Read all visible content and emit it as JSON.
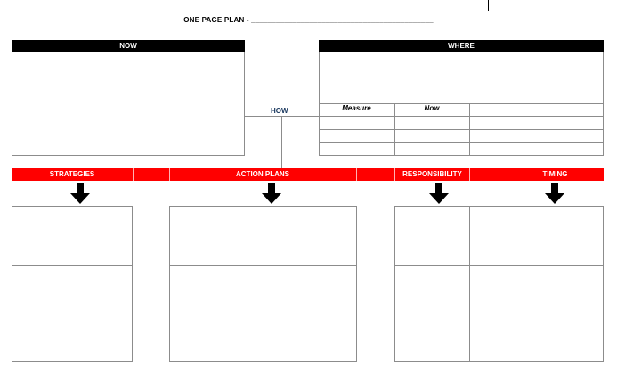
{
  "title": "ONE PAGE PLAN - ____________________________________________",
  "now": {
    "label": "NOW"
  },
  "where": {
    "label": "WHERE",
    "measure_header": "Measure",
    "now_header": "Now"
  },
  "how": {
    "label": "HOW"
  },
  "sections": {
    "strategies": "STRATEGIES",
    "action_plans": "ACTION PLANS",
    "responsibility": "RESPONSIBILITY",
    "timing": "TIMING"
  }
}
